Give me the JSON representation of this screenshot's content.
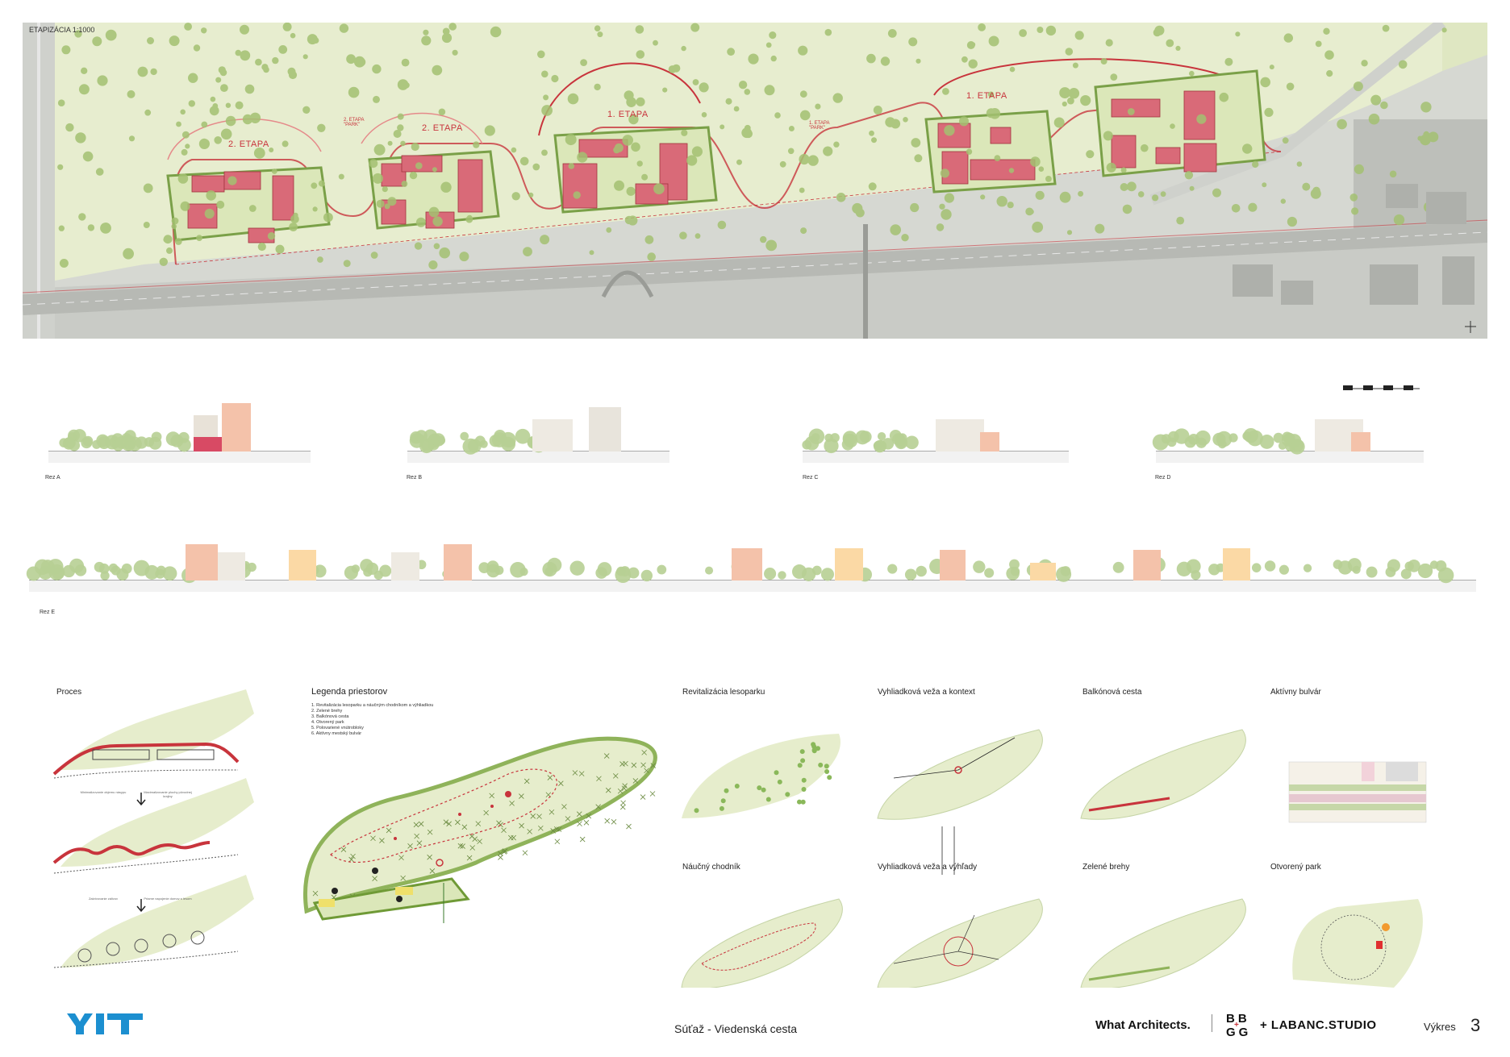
{
  "plan": {
    "title": "ETAPIZÁCIA 1:1000",
    "etapy": [
      "2. ETAPA",
      "2. ETAPA",
      "1. ETAPA",
      "1. ETAPA"
    ],
    "etapy_park": [
      "2. ETAPA \"PARK\"",
      "1. ETAPA \"PARK\""
    ]
  },
  "sections": {
    "labels": [
      "Rez A",
      "Rez B",
      "Rez C",
      "Rez D",
      "Rez E"
    ]
  },
  "proces": {
    "title": "Proces",
    "step1_left": "Minimalizovanie objemu násypu",
    "step1_right": "Maximalizovanie plochy pôvodnej krajiny",
    "step2_left": "Zakrivovanie zálivov",
    "step2_right": "Priame napojenie domov s lesom"
  },
  "legenda": {
    "title": "Legenda priestorov",
    "items": [
      "1. Revitalizácia lesoparku a náučným chodníkom a výhliadkou",
      "2. Zelené brehy",
      "3. Balkónová cesta",
      "4. Otvorený park",
      "5. Polovariené vnútrobloky",
      "6. Aktívny mestský bulvár"
    ]
  },
  "panels": [
    {
      "title": "Revitalizácia lesoparku"
    },
    {
      "title": "Vyhliadková veža a kontext"
    },
    {
      "title": "Balkónová cesta"
    },
    {
      "title": "Aktívny bulvár"
    },
    {
      "title": "Náučný chodník"
    },
    {
      "title": "Vyhliadková veža a výhľady"
    },
    {
      "title": "Zelené brehy"
    },
    {
      "title": "Otvorený park"
    }
  ],
  "footer": {
    "logo": "YIT",
    "title": "Súťaž - Viedenská cesta",
    "what": "What Architects.",
    "bbgg": [
      "B",
      "B",
      "G",
      "G"
    ],
    "labanc": "+ LABANC.STUDIO",
    "vykres_label": "Výkres",
    "vykres_num": "3"
  },
  "colors": {
    "accent": "#c8343c",
    "building": "#d96a78",
    "green": "#cfe0a6",
    "tree": "#9fbf6a",
    "yit": "#1c8fd0"
  }
}
